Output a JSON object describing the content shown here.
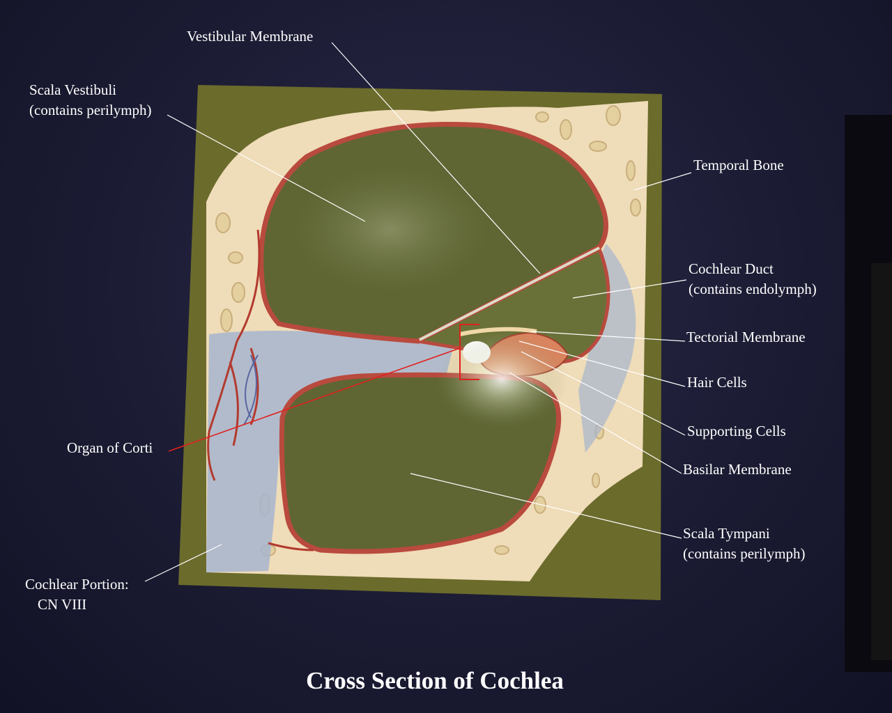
{
  "title": "Cross Section of Cochlea",
  "labels": {
    "vestibular_membrane": "Vestibular Membrane",
    "scala_vestibuli": {
      "line1": "Scala Vestibuli",
      "line2": "(contains perilymph)"
    },
    "temporal_bone": "Temporal Bone",
    "cochlear_duct": {
      "line1": "Cochlear Duct",
      "line2": "(contains endolymph)"
    },
    "tectorial_membrane": "Tectorial Membrane",
    "hair_cells": "Hair Cells",
    "supporting_cells": "Supporting Cells",
    "organ_of_corti": "Organ of Corti",
    "basilar_membrane": "Basilar Membrane",
    "scala_tympani": {
      "line1": "Scala Tympani",
      "line2": "(contains perilymph)"
    },
    "cochlear_portion": {
      "line1": "Cochlear Portion:",
      "line2": "CN VIII"
    }
  },
  "colors": {
    "background": "#1b1b33",
    "board": "#6b6b2c",
    "bone": "#efdcb8",
    "chamber": "#5f6634",
    "membrane_red": "#b94a3e",
    "nerve_blue": "#a7b5cf",
    "leader_line": "#ffffff",
    "corti_marker": "#e0201c"
  }
}
